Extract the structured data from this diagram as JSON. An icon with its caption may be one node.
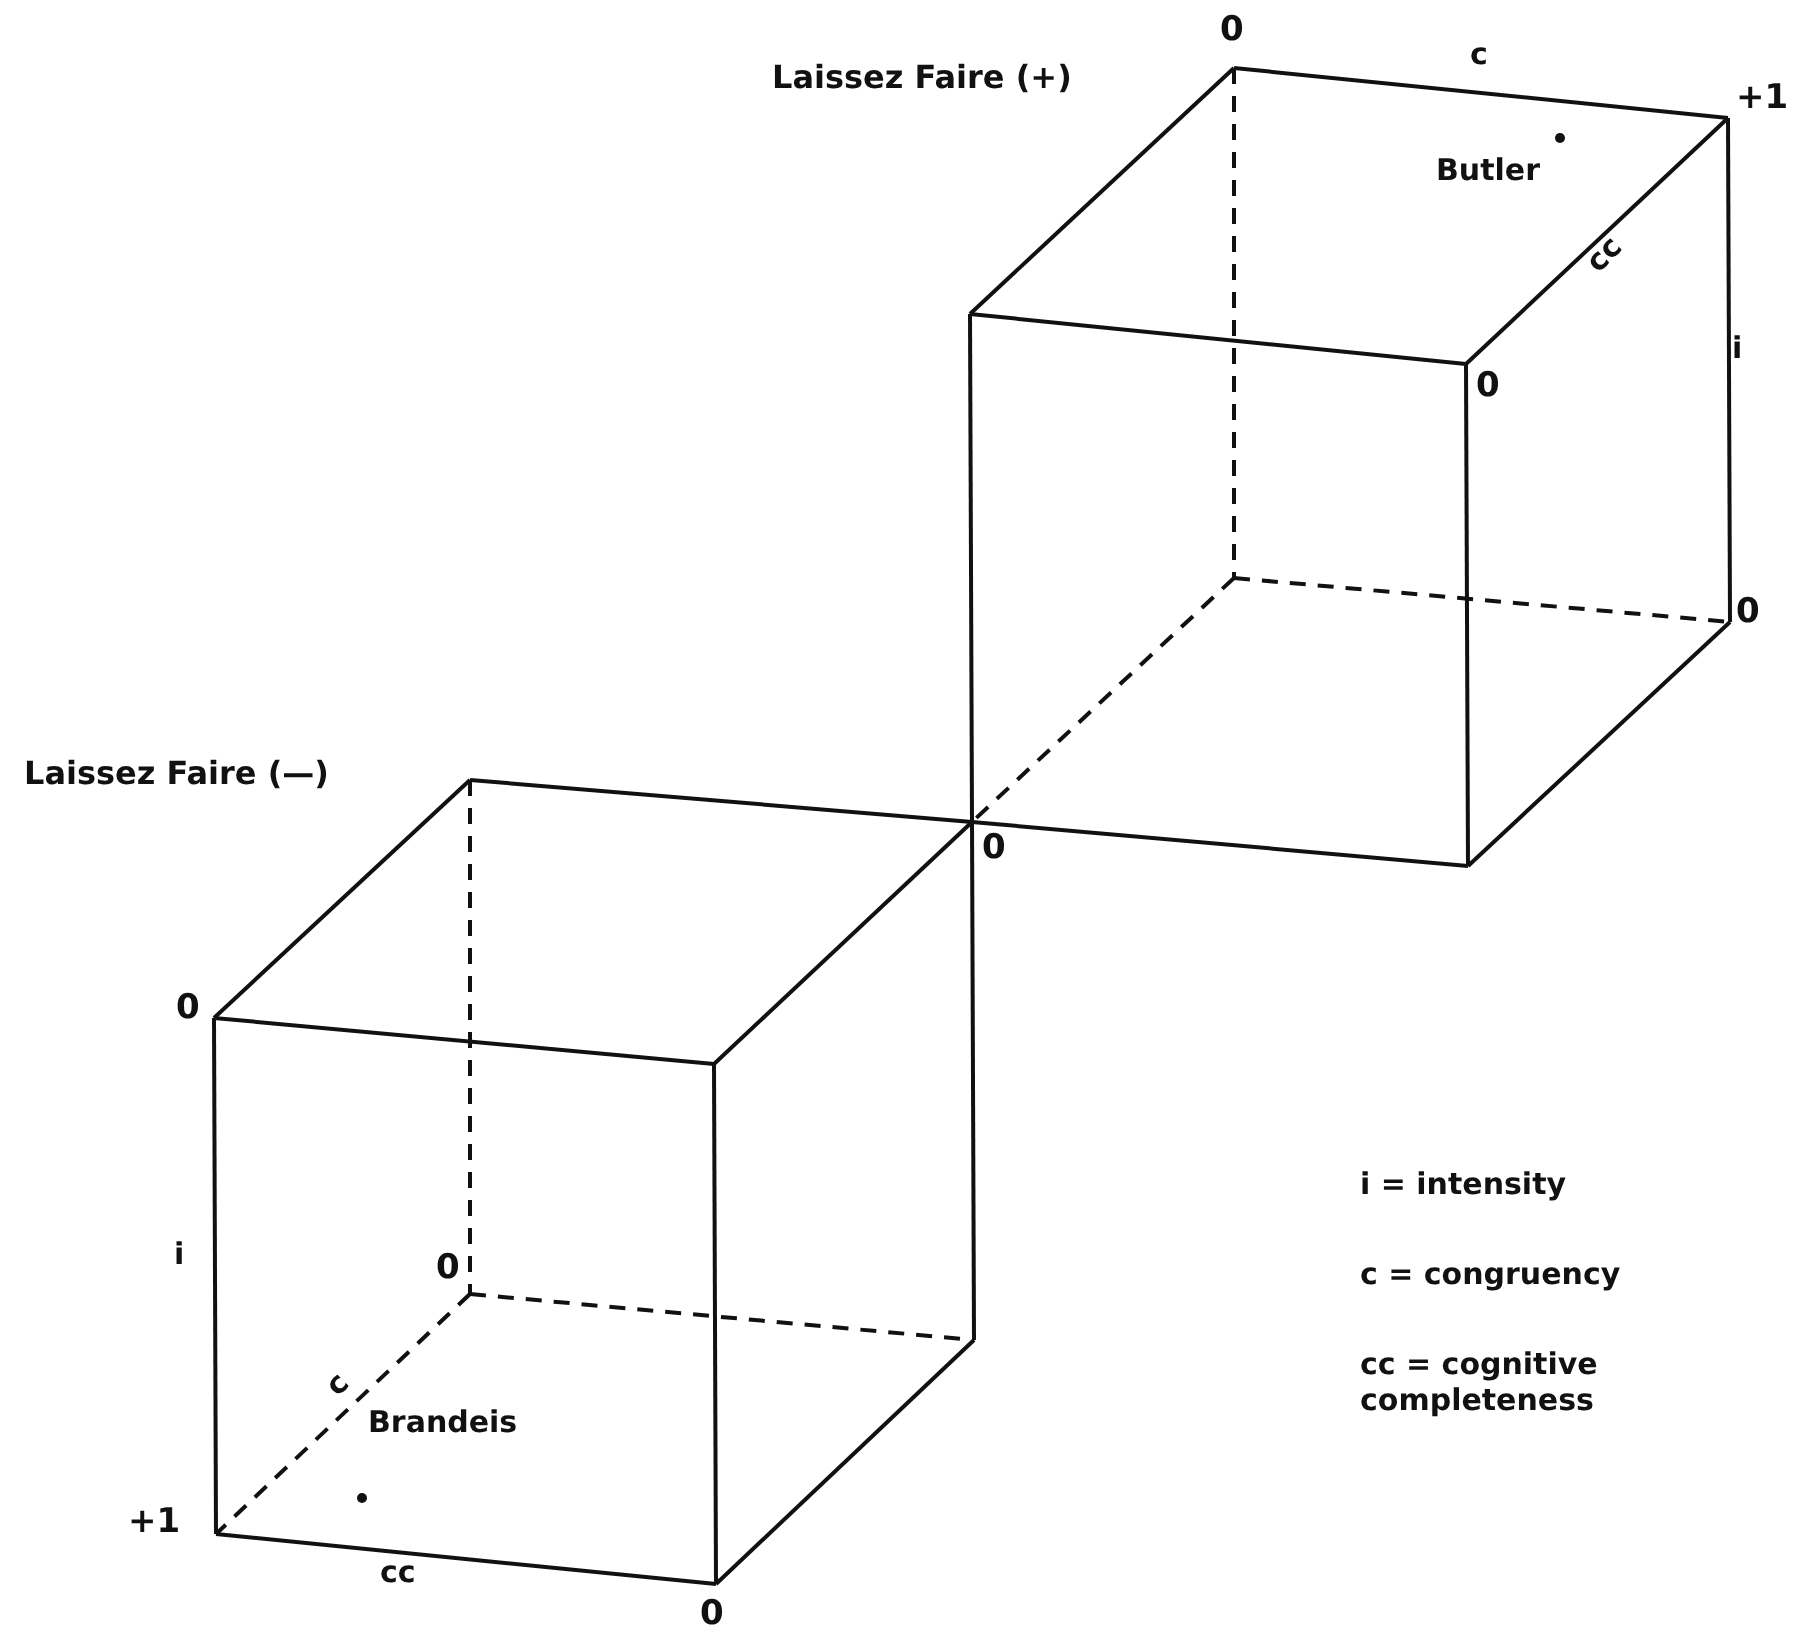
{
  "diagram": {
    "labels": [
      "Laissez Faire (+)",
      "0",
      "c",
      "+1",
      "Butler",
      "cc",
      "0",
      "i",
      "0",
      "Laissez Faire (—)",
      "0",
      "0",
      "i",
      "0",
      "c",
      "Brandeis",
      "+1",
      "cc",
      "0",
      "i = intensity",
      "c = congruency",
      "cc = cognitive completeness"
    ]
  }
}
